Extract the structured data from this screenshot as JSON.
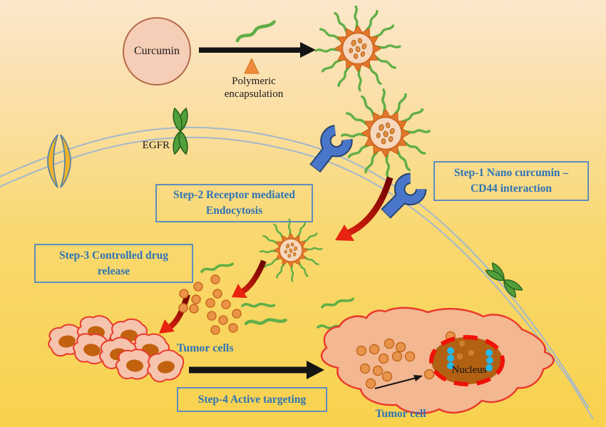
{
  "labels": {
    "curcumin": "Curcumin",
    "polymeric_encapsulation": {
      "line1": "Polymeric",
      "line2": "encapsulation"
    },
    "egfr": "EGFR",
    "tumor_cells": "Tumor cells",
    "tumor_cell": "Tumor cell",
    "nucleus": "Nucleus"
  },
  "steps": [
    {
      "label": "Step-1 Nano curcumin – CD44 interaction",
      "lines": [
        "Step-1 Nano curcumin –",
        "CD44 interaction"
      ]
    },
    {
      "label": "Step-2 Receptor mediated Endocytosis",
      "lines": [
        "Step-2 Receptor mediated",
        "Endocytosis"
      ]
    },
    {
      "label": "Step-3 Controlled drug release",
      "lines": [
        "Step-3 Controlled drug",
        "release"
      ]
    },
    {
      "label": "Step-4 Active targeting",
      "lines": [
        "Step-4 Active targeting"
      ]
    }
  ],
  "colors": {
    "background_top": "#fbe7cb",
    "background_bottom": "#f8d24d",
    "step_text": "#2e74b5",
    "step_border": "#5f8cbe",
    "black_text": "#1a1a1a",
    "membrane_line": "#a3b8cc",
    "nanoparticle_spike_orange": "#e4762b",
    "nanoparticle_core": "#f8d8bd",
    "polymer_strand_green": "#61ae46",
    "cd44_receptor_blue": "#4a76ca",
    "egfr_green": "#509f3b",
    "ion_channel_yellow": "#f2b32a",
    "red_arrow": "#c01008",
    "drug_dot_orange": "#ea9448",
    "tumor_cell_fill": "#f6c3ad",
    "tumor_cell_outline": "#e83a2a",
    "large_cell_fill": "#f3b791",
    "nucleus_brown": "#b26112",
    "nucleus_ring_red": "#ee1208",
    "cyan_dot": "#27b7ea",
    "curcumin_circle_fill": "#f6cdb6"
  }
}
